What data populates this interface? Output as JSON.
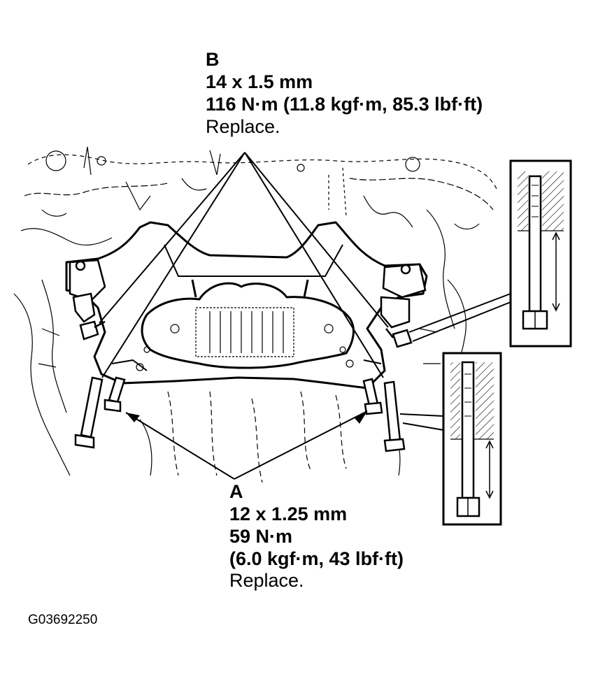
{
  "callout_b": {
    "letter": "B",
    "size": "14 x 1.5 mm",
    "torque": "116 N·m (11.8 kgf·m, 85.3 lbf·ft)",
    "note": "Replace."
  },
  "callout_a": {
    "letter": "A",
    "size": "12 x 1.25 mm",
    "torque": "59 N·m",
    "torque_alt": "(6.0 kgf·m, 43 lbf·ft)",
    "note": "Replace."
  },
  "figure_code": "G03692250"
}
